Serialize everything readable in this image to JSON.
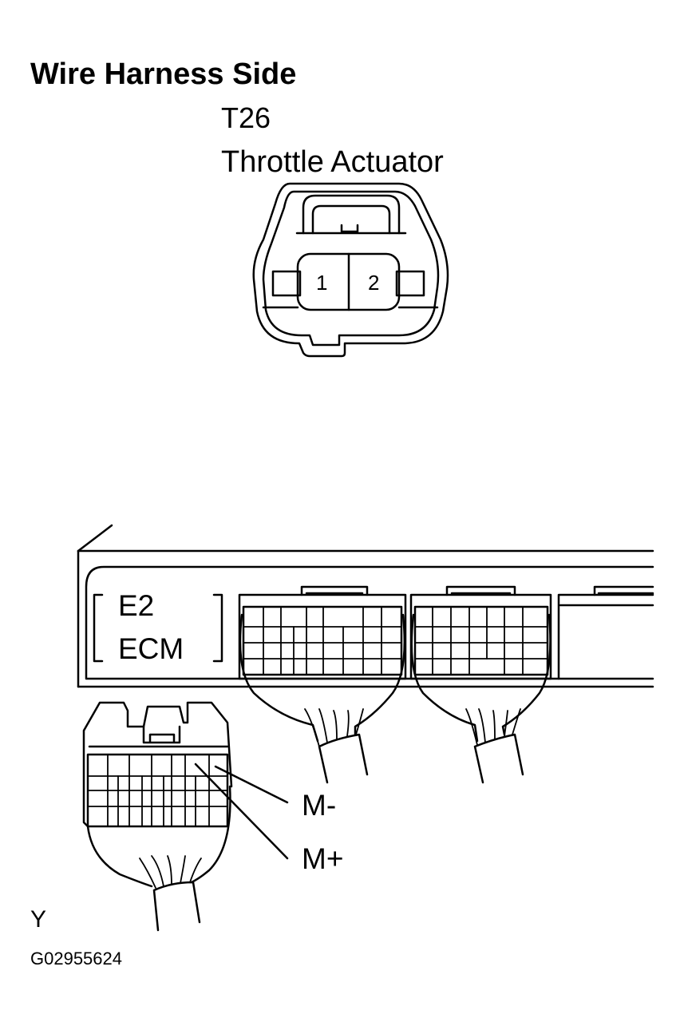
{
  "title": "Wire Harness Side",
  "throttle_connector": {
    "code": "T26",
    "name": "Throttle Actuator",
    "pins": [
      "1",
      "2"
    ]
  },
  "ecm": {
    "code": "E2",
    "name": "ECM"
  },
  "terminals": {
    "minus": "M-",
    "plus": "M+"
  },
  "corner_mark": "Y",
  "figure_id": "G02955624"
}
